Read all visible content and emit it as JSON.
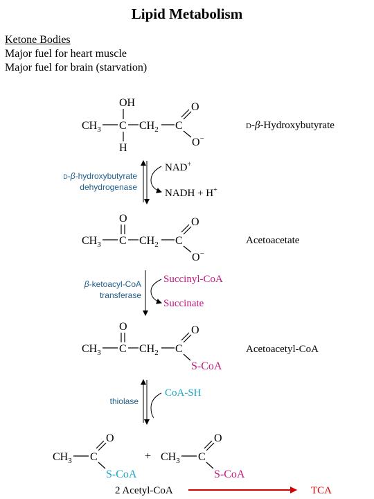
{
  "title": "Lipid Metabolism",
  "intro": {
    "heading": "Ketone Bodies",
    "lines": [
      "Major fuel for heart muscle",
      "Major fuel for brain (starvation)"
    ]
  },
  "colors": {
    "enzyme": "#1f5f8b",
    "pink": "#c0187f",
    "cyan": "#18a5c8",
    "red": "#d40000"
  },
  "atoms": {
    "oh": "OH",
    "h": "H",
    "o": "O",
    "c": "C",
    "ch3": "CH",
    "ch2": "CH",
    "sub2": "2",
    "sub3": "3",
    "ominus": "O",
    "minus": "−",
    "scoa": "S-CoA"
  },
  "compounds": {
    "hydroxybutyrate": {
      "prefix": "D",
      "dash": "-",
      "beta": "β",
      "rest": "-Hydroxybutyrate"
    },
    "acetoacetate": "Acetoacetate",
    "acetoacetyl_coa": "Acetoacetyl-CoA",
    "acetyl_coa": "2 Acetyl-CoA",
    "plus": "+"
  },
  "reactions": {
    "r1": {
      "enzyme_line1_prefix": "D",
      "enzyme_line1_dash": "-",
      "enzyme_line1_beta": "β",
      "enzyme_line1_rest": "-hydroxybutyrate",
      "enzyme_line2": "dehydrogenase",
      "in": "NAD",
      "in_sup": "+",
      "out": "NADH + H",
      "out_sup": "+"
    },
    "r2": {
      "enzyme_line1_beta": "β",
      "enzyme_line1_rest": "-ketoacyl-CoA",
      "enzyme_line2": "transferase",
      "in": "Succinyl-CoA",
      "out": "Succinate"
    },
    "r3": {
      "enzyme": "thiolase",
      "in": "CoA-SH"
    }
  },
  "tca": "TCA"
}
